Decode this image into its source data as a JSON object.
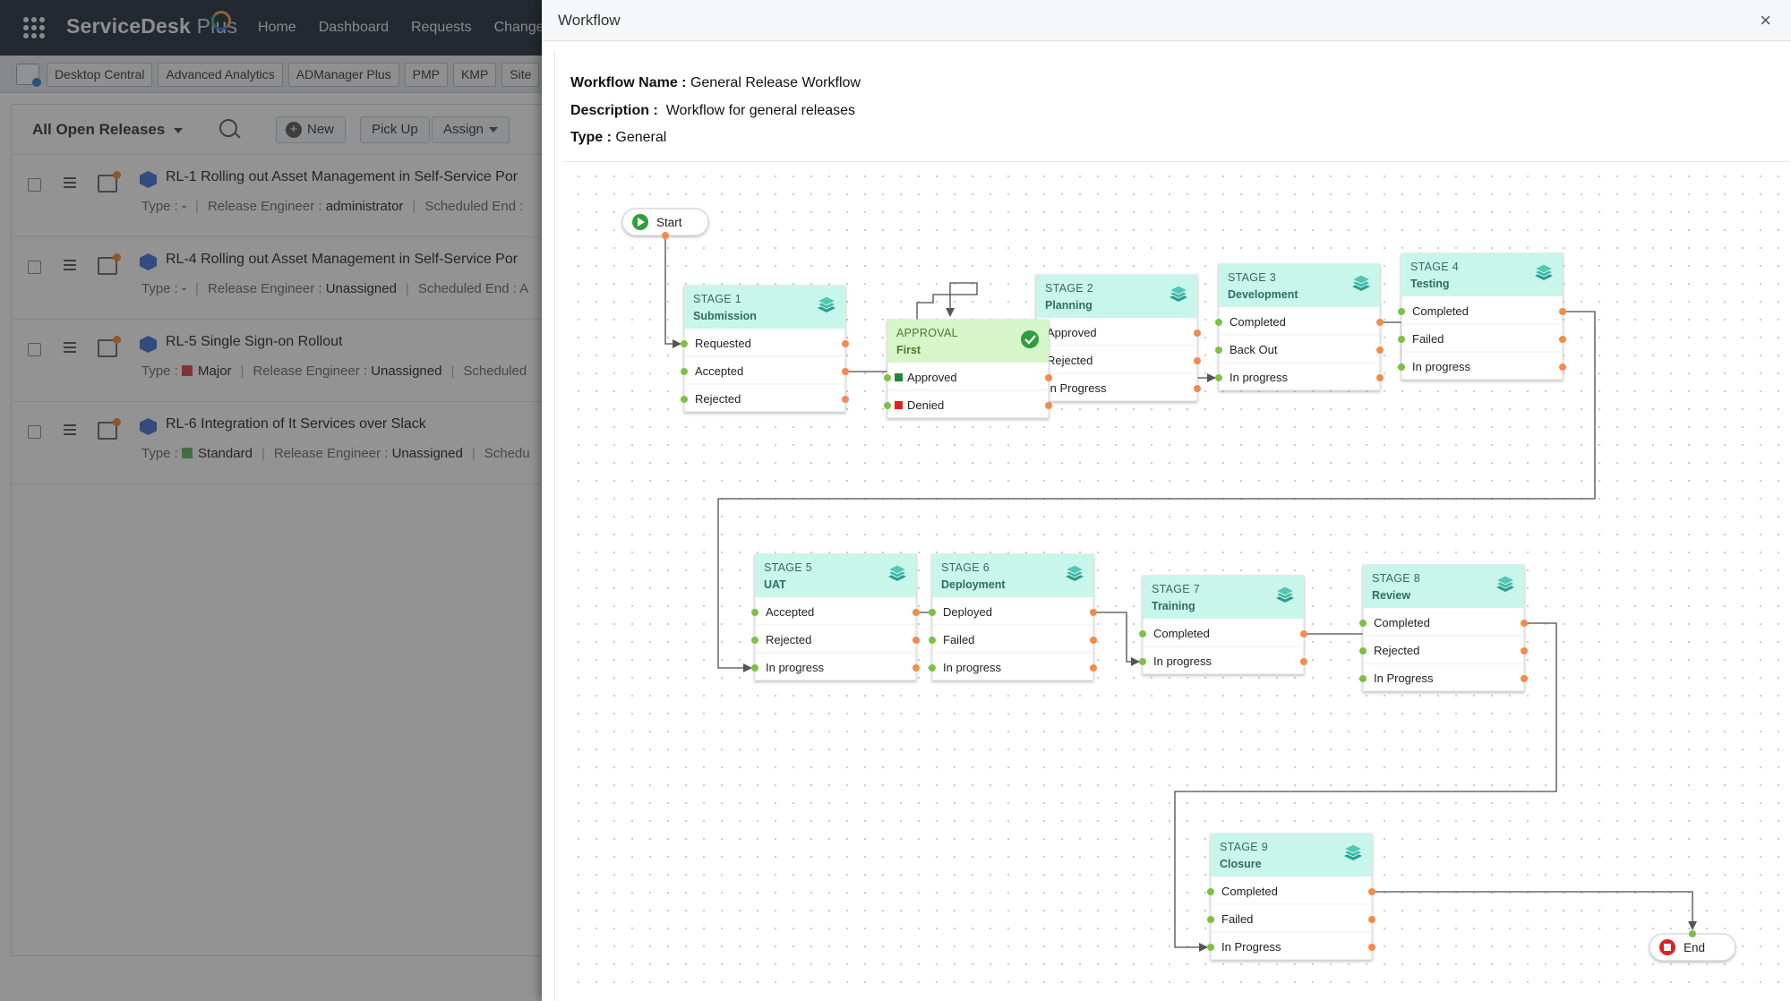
{
  "app": {
    "brand": "ServiceDesk",
    "brand_suffix": "Plus",
    "nav": [
      "Home",
      "Dashboard",
      "Requests",
      "Changes"
    ],
    "tools": [
      "Desktop Central",
      "Advanced Analytics",
      "ADManager Plus",
      "PMP",
      "KMP",
      "Site"
    ]
  },
  "list": {
    "view_title": "All Open Releases",
    "btn_new": "New",
    "btn_pick": "Pick Up",
    "btn_assign": "Assign",
    "rows": [
      {
        "title": "RL-1 Rolling out Asset Management in Self-Service Por",
        "type_label": "Type :",
        "type_value": "-",
        "type_color": "",
        "engineer_label": "Release Engineer :",
        "engineer": "administrator",
        "sched": "Scheduled End :"
      },
      {
        "title": "RL-4 Rolling out Asset Management in Self-Service Por",
        "type_label": "Type :",
        "type_value": "-",
        "type_color": "",
        "engineer_label": "Release Engineer :",
        "engineer": "Unassigned",
        "sched": "Scheduled End : A"
      },
      {
        "title": "RL-5 Single Sign-on Rollout",
        "type_label": "Type :",
        "type_value": "Major",
        "type_color": "#d94040",
        "engineer_label": "Release Engineer :",
        "engineer": "Unassigned",
        "sched": "Scheduled"
      },
      {
        "title": "RL-6 Integration of It Services over Slack",
        "type_label": "Type :",
        "type_value": "Standard",
        "type_color": "#5cb85c",
        "engineer_label": "Release Engineer :",
        "engineer": "Unassigned",
        "sched": "Schedu"
      }
    ]
  },
  "dialog": {
    "title": "Workflow",
    "close": "×",
    "name_label": "Workflow Name :",
    "name_value": "General Release Workflow",
    "desc_label": "Description :",
    "desc_value": "Workflow for general releases",
    "type_label": "Type :",
    "type_value": "General"
  },
  "workflow": {
    "colors": {
      "stage_header": "#c9f6ea",
      "approval_header": "#d6f5c9",
      "dot_in": "#7dc142",
      "dot_out": "#f28b4c",
      "connector": "#4a4a4a",
      "start_icon": "#2e9e3e",
      "end_icon": "#e02020"
    },
    "start_label": "Start",
    "end_label": "End",
    "approval": {
      "title": "APPROVAL",
      "subtitle": "First",
      "statuses": [
        {
          "label": "Approved",
          "color": "#1f8a2f"
        },
        {
          "label": "Denied",
          "color": "#e02020"
        }
      ]
    },
    "stages": [
      {
        "id": "s1",
        "title": "STAGE 1",
        "subtitle": "Submission",
        "statuses": [
          "Requested",
          "Accepted",
          "Rejected"
        ]
      },
      {
        "id": "s2",
        "title": "STAGE 2",
        "subtitle": "Planning",
        "statuses": [
          "Approved",
          "Rejected",
          "In Progress"
        ]
      },
      {
        "id": "s3",
        "title": "STAGE 3",
        "subtitle": "Development",
        "statuses": [
          "Completed",
          "Back Out",
          "In progress"
        ]
      },
      {
        "id": "s4",
        "title": "STAGE 4",
        "subtitle": "Testing",
        "statuses": [
          "Completed",
          "Failed",
          "In progress"
        ]
      },
      {
        "id": "s5",
        "title": "STAGE 5",
        "subtitle": "UAT",
        "statuses": [
          "Accepted",
          "Rejected",
          "In progress"
        ]
      },
      {
        "id": "s6",
        "title": "STAGE 6",
        "subtitle": "Deployment",
        "statuses": [
          "Deployed",
          "Failed",
          "In progress"
        ]
      },
      {
        "id": "s7",
        "title": "STAGE 7",
        "subtitle": "Training",
        "statuses": [
          "Completed",
          "In progress"
        ]
      },
      {
        "id": "s8",
        "title": "STAGE 8",
        "subtitle": "Review",
        "statuses": [
          "Completed",
          "Rejected",
          "In Progress"
        ]
      },
      {
        "id": "s9",
        "title": "STAGE 9",
        "subtitle": "Closure",
        "statuses": [
          "Completed",
          "Failed",
          "In Progress"
        ]
      }
    ]
  }
}
